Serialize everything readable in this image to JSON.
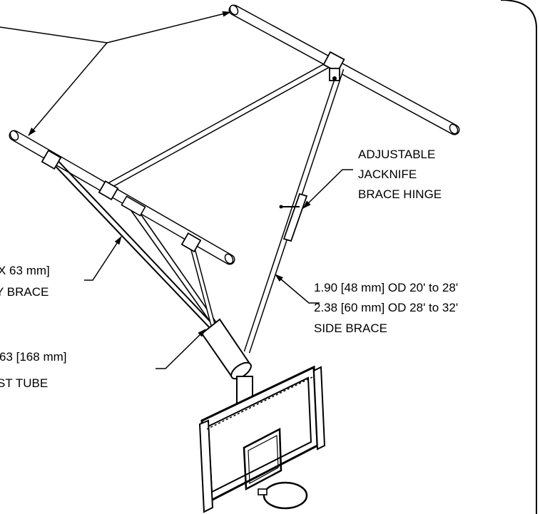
{
  "colors": {
    "ink": "#000000",
    "paper": "#ffffff"
  },
  "labels": {
    "hinge": [
      "ADJUSTABLE",
      "JACKNIFE",
      "BRACE HINGE"
    ],
    "side_brace": [
      "1.90 [48 mm] OD 20' to 28'",
      "2.38 [60 mm] OD 28' to 32'",
      "SIDE BRACE"
    ],
    "brace": [
      "X 63 mm]",
      "Y BRACE"
    ],
    "mast": [
      "63 [168 mm]",
      "ST TUBE"
    ]
  }
}
